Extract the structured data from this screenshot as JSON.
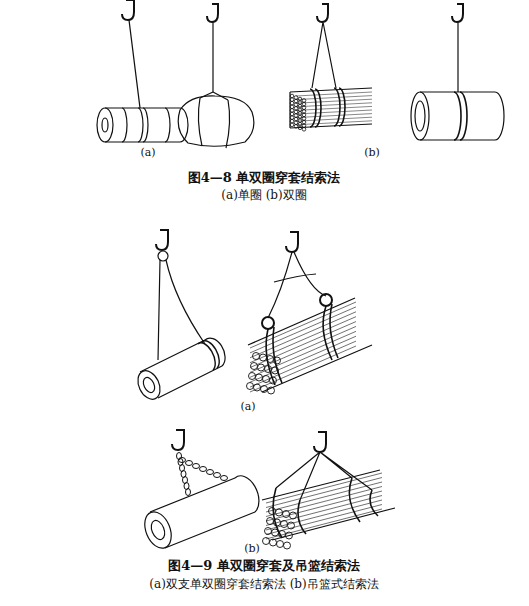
{
  "diagram": {
    "labels": [
      "(a)",
      "(b)",
      "图4—8 单双圈穿套结索法",
      "(a)单圈 (b)双圈",
      "(a)",
      "(b)",
      "图4—9 单双圈穿套及吊篮结索法",
      "(a)双支单双圈穿套结索法 (b)吊篮式结索法"
    ]
  }
}
